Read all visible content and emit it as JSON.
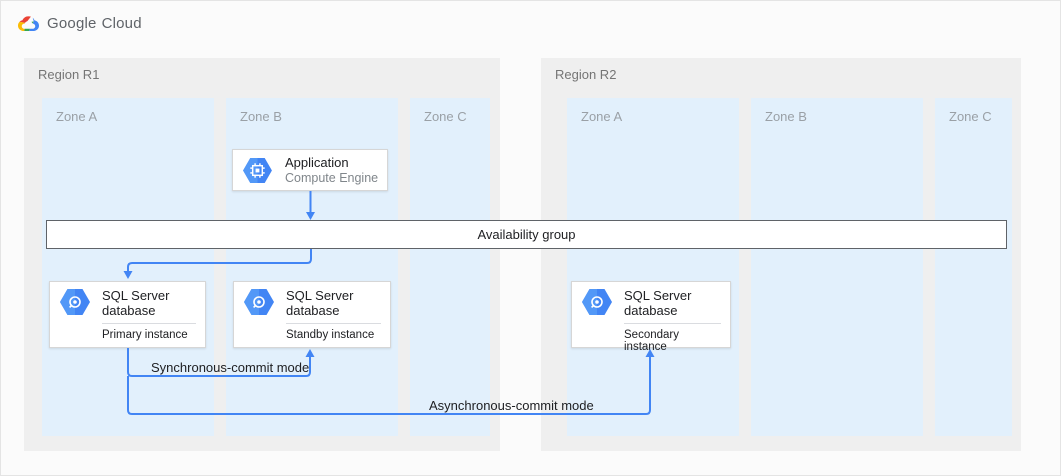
{
  "header": {
    "brand": "Google",
    "product": "Cloud"
  },
  "regions": [
    {
      "label": "Region R1",
      "zones": [
        {
          "label": "Zone A"
        },
        {
          "label": "Zone B"
        },
        {
          "label": "Zone C"
        }
      ]
    },
    {
      "label": "Region R2",
      "zones": [
        {
          "label": "Zone A"
        },
        {
          "label": "Zone B"
        },
        {
          "label": "Zone C"
        }
      ]
    }
  ],
  "nodes": {
    "application": {
      "title": "Application",
      "subtitle": "Compute Engine",
      "icon": "compute-engine-hexagon-icon"
    },
    "availability_group": {
      "label": "Availability group"
    },
    "primary_db": {
      "title": "SQL Server database",
      "subtitle": "Primary instance",
      "icon": "cloud-sql-hexagon-icon"
    },
    "standby_db": {
      "title": "SQL Server database",
      "subtitle": "Standby instance",
      "icon": "cloud-sql-hexagon-icon"
    },
    "secondary_db": {
      "title": "SQL Server database",
      "subtitle": "Secondary instance",
      "icon": "cloud-sql-hexagon-icon"
    }
  },
  "edges": {
    "sync_label": "Synchronous-commit mode",
    "async_label": "Asynchronous-commit mode"
  },
  "colors": {
    "arrow_blue": "#4285F4",
    "hexagon_blue": "#4285F4",
    "zone_fill": "#E2F0FC",
    "region_fill": "#EFEFEF",
    "node_border": "#D6D6D6",
    "availability_border": "#5F6368",
    "google_red": "#EA4335",
    "google_blue": "#4285F4",
    "google_green": "#34A853",
    "google_yellow": "#FBBC05"
  }
}
